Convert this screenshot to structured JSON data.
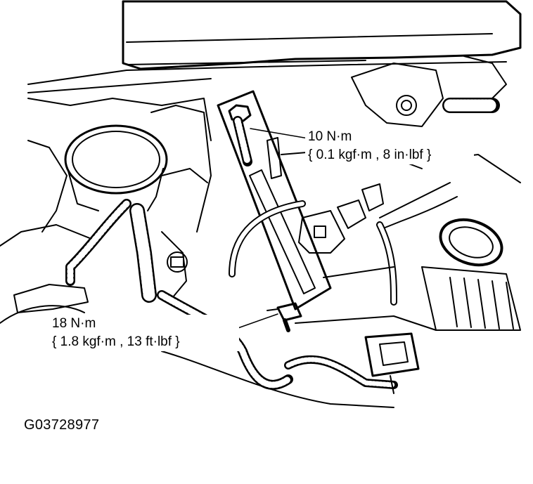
{
  "diagram": {
    "callouts": [
      {
        "id": "upper-bolt",
        "line1": "10 N·m",
        "line2": "{ 0.1 kgf·m , 8 in·lbf }"
      },
      {
        "id": "lower-bolt",
        "line1": "18 N·m",
        "line2": "{ 1.8 kgf·m , 13 ft·lbf }"
      }
    ],
    "figure_id": "G03728977"
  },
  "colors": {
    "ink": "#000000",
    "paper": "#ffffff"
  }
}
